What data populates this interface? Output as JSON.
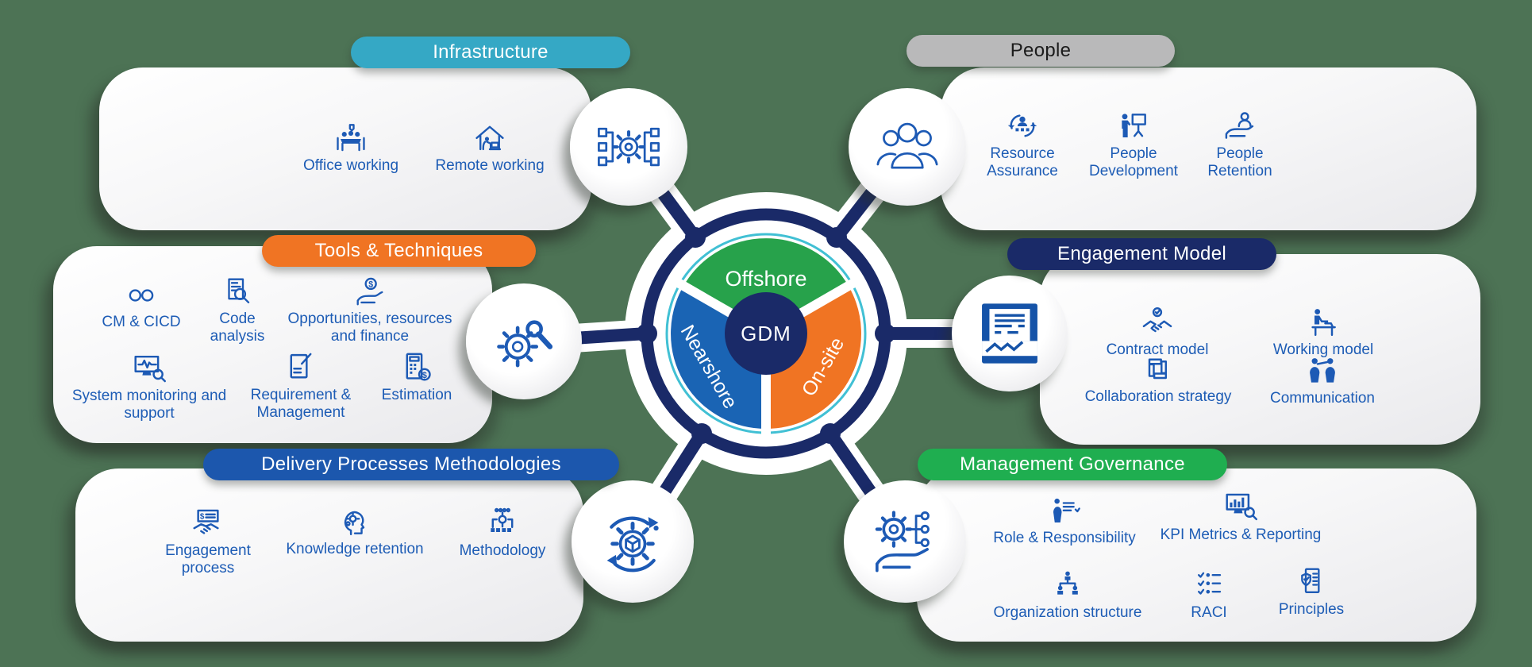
{
  "colors": {
    "background": "#4d7355",
    "label_blue": "#1d5cb5",
    "navy": "#1a2a68",
    "teal": "#35a8c5",
    "gray_pill": "#b9b9ba",
    "orange": "#f07423",
    "blue_pill": "#1c57ad",
    "green_pill": "#1fae50",
    "offshore_green": "#27a24b",
    "nearshore_blue": "#1a64b4",
    "onsite_orange": "#f07423",
    "cyan_ring": "#41c0d4"
  },
  "hub": {
    "center_label": "GDM",
    "segments": {
      "top": "Offshore",
      "left": "Nearshore",
      "right": "On-site"
    }
  },
  "panels": {
    "infrastructure": {
      "title": "Infrastructure",
      "items": {
        "office": "Office working",
        "remote": "Remote working"
      }
    },
    "people": {
      "title": "People",
      "items": {
        "resource": "Resource Assurance",
        "development": "People Development",
        "retention": "People Retention"
      }
    },
    "tools": {
      "title": "Tools & Techniques",
      "items": {
        "cm": "CM & CICD",
        "code": "Code analysis",
        "opportunities": "Opportunities, resources and finance",
        "monitoring": "System monitoring and support",
        "requirement": "Requirement & Management",
        "estimation": "Estimation"
      }
    },
    "engagement": {
      "title": "Engagement Model",
      "items": {
        "contract": "Contract model",
        "working": "Working model",
        "collaboration": "Collaboration strategy",
        "communication": "Communication"
      }
    },
    "delivery": {
      "title": "Delivery Processes Methodologies",
      "items": {
        "process": "Engagement process",
        "knowledge": "Knowledge retention",
        "methodology": "Methodology"
      }
    },
    "governance": {
      "title": "Management Governance",
      "items": {
        "role": "Role & Responsibility",
        "kpi": "KPI Metrics & Reporting",
        "org": "Organization structure",
        "raci": "RACI",
        "principles": "Principles"
      }
    }
  }
}
